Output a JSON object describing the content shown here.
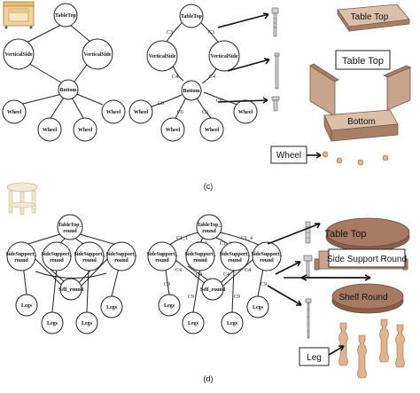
{
  "section_c": {
    "caption": "(c)",
    "left_tree": {
      "nodes": [
        "TableTop",
        "VerticalSide",
        "VerticalSide",
        "Bottom",
        "Wheel",
        "Wheel",
        "Wheel",
        "Wheel"
      ]
    },
    "right_tree": {
      "nodes": [
        "TableTop",
        "VerticalSide",
        "VerticalSide",
        "Bottom",
        "Wheel",
        "Wheel",
        "Wheel",
        "Wheel"
      ],
      "edge_labels": [
        "C3",
        "C3",
        "C4",
        "C4",
        "C6",
        "C6",
        "C6",
        "C6"
      ]
    },
    "callouts": [
      "Table Top",
      "Table Top",
      "Bottom",
      "Wheel"
    ]
  },
  "section_d": {
    "caption": "(d)",
    "left_tree": {
      "top_node": [
        "TableTop_",
        "round"
      ],
      "support_nodes": [
        [
          "SideSupport_",
          "round"
        ],
        [
          "SideSupport_",
          "round"
        ],
        [
          "SideSupport_",
          "round"
        ],
        [
          "SideSupport_",
          "round"
        ]
      ],
      "shelf_node": "Self_round",
      "leg_nodes": [
        "Legs",
        "Legs",
        "Legs",
        "Legs"
      ]
    },
    "right_tree": {
      "top_node": [
        "TableTop_",
        "round"
      ],
      "support_nodes": [
        [
          "SideSupport_",
          "round"
        ],
        [
          "SideSupport_",
          "round"
        ],
        [
          "SideSupport_",
          "round"
        ],
        [
          "SideSupport_",
          "round"
        ]
      ],
      "shelf_node": "Self_round",
      "leg_nodes": [
        "Legs",
        "Legs",
        "Legs",
        "Legs"
      ],
      "edge_labels": [
        "C1_1",
        "C1_2",
        "C1_3",
        "C1_4",
        "C4",
        "C4",
        "C4",
        "C4",
        "C9",
        "C9",
        "C9",
        "C9"
      ]
    },
    "callouts": [
      "Table Top",
      "Side Support Round",
      "Shelf Round",
      "Leg"
    ]
  }
}
